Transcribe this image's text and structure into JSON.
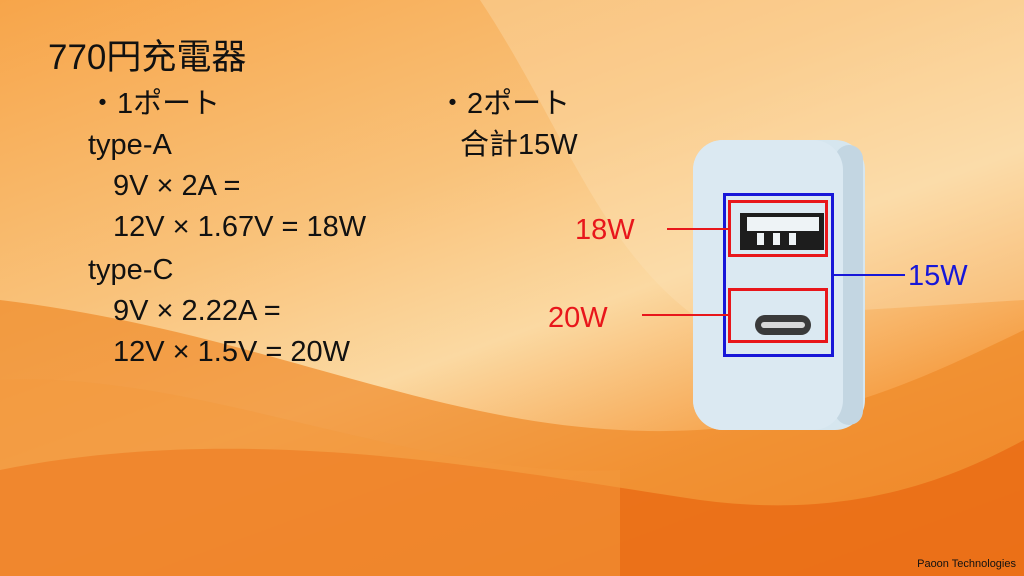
{
  "slide": {
    "title": "770円充電器",
    "left_column": {
      "heading": "・1ポート",
      "lines": [
        "type-A",
        "9V × 2A =",
        "12V × 1.67V = 18W",
        "type-C",
        "9V × 2.22A =",
        "12V × 1.5V = 20W"
      ]
    },
    "right_column": {
      "heading": "・2ポート",
      "total": "合計15W"
    },
    "callouts": {
      "usb_a": "18W",
      "usb_c": "20W",
      "combined": "15W"
    },
    "colors": {
      "red": "#e8161b",
      "blue": "#1717d8"
    },
    "footer": "Paoon Technologies"
  }
}
